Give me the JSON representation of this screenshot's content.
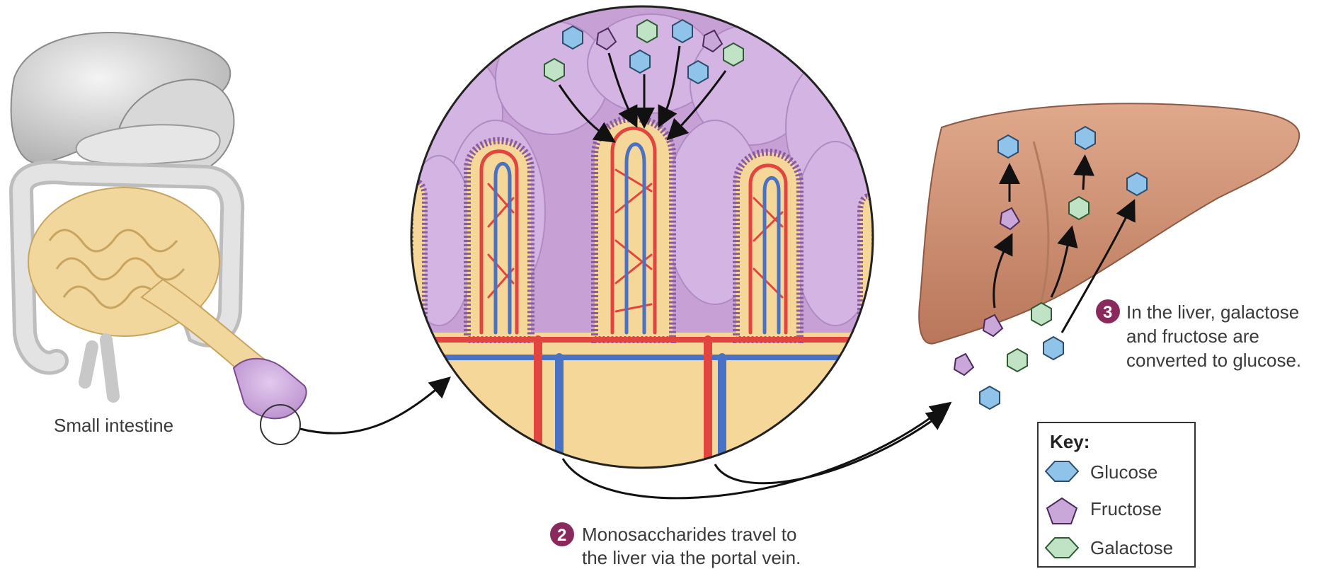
{
  "labels": {
    "small_intestine": "Small intestine",
    "step2_number": "2",
    "step2_line1": "Monosaccharides travel to",
    "step2_line2": "the liver via the portal vein.",
    "step3_number": "3",
    "step3_line1": "In the liver, galactose",
    "step3_line2": "and fructose are",
    "step3_line3": "converted to glucose."
  },
  "key": {
    "title": "Key:",
    "items": [
      {
        "label": "Glucose",
        "shape": "hexagon-icon",
        "color": "#8fc3ea"
      },
      {
        "label": "Fructose",
        "shape": "pentagon-icon",
        "color": "#c9a7d8"
      },
      {
        "label": "Galactose",
        "shape": "hexagon-icon",
        "color": "#bfe3c4"
      }
    ]
  },
  "colors": {
    "step_badge": "#8a2a5c",
    "artery": "#e2453f",
    "vein": "#4a72c4",
    "villus_fill": "#f6d79a",
    "epithelium": "#c7a1d6",
    "liver": "#d19779",
    "intestine": "#f1d79b",
    "organ_gray": "#cfcfcf"
  }
}
